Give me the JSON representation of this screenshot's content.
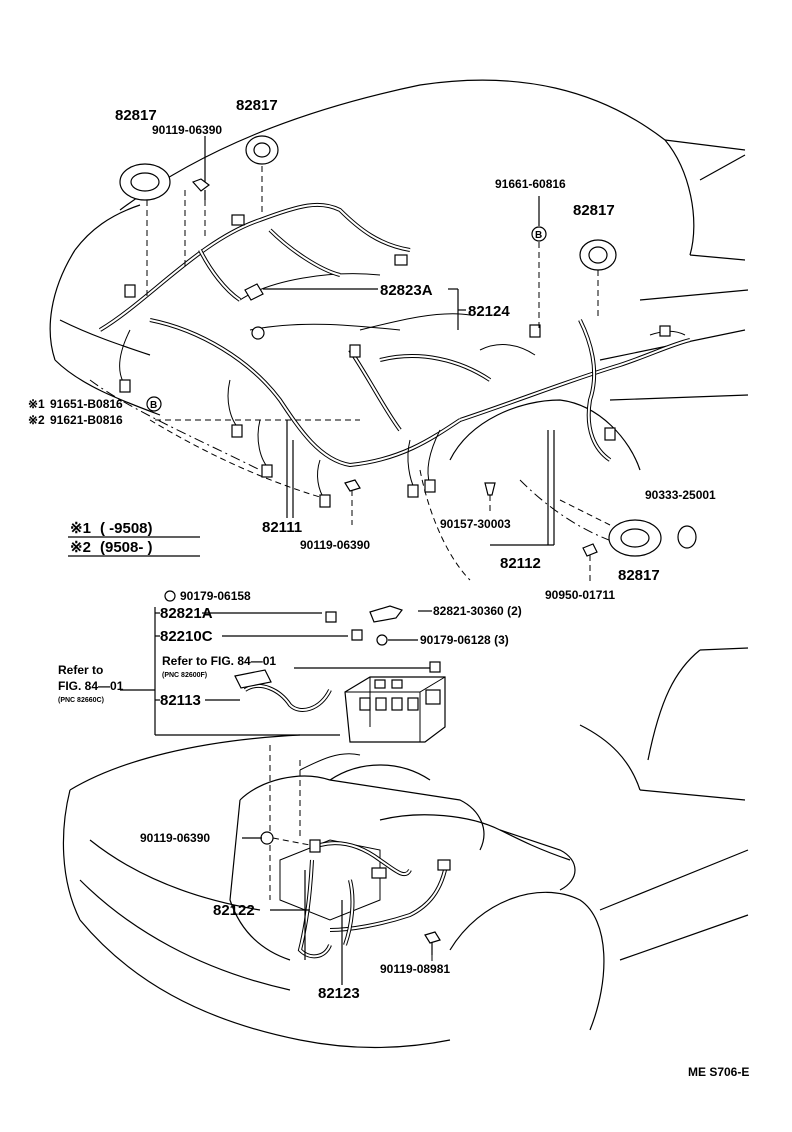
{
  "diagram_code": "ME S706-E",
  "top_labels": {
    "grommet_top_left": "82817",
    "grommet_top_center": "82817",
    "bolt_top": "90119-06390",
    "grommet_right": "82817",
    "bolt_right": "91661-60816",
    "clamp_82823a": "82823A",
    "harness_82124": "82124",
    "note1_part": "91651-B0816",
    "note2_part": "91621-B0816",
    "note1_mark": "※1",
    "note2_mark": "※2",
    "b_mark": "B",
    "harness_82111": "82111",
    "bolt_bottom": "90119-06390",
    "clip_90157": "90157-30003",
    "harness_82112": "82112",
    "ring_90333": "90333-25001",
    "screw_90950": "90950-01711",
    "grommet_bottom_right": "82817"
  },
  "legend": {
    "row1_mark": "※1",
    "row1_text": "(      -9508)",
    "row2_mark": "※2",
    "row2_text": "(9508-       )"
  },
  "relay_block": {
    "nut_top": "90179-06158",
    "part_82821a": "82821A",
    "part_82821_30360": "82821-30360 (2)",
    "part_82210c": "82210C",
    "nut_90179_06128": "90179-06128 (3)",
    "refer_fig_inner": "Refer to FIG. 84—01",
    "refer_pnc_inner": "(PNC 82600F)",
    "harness_82113": "82113",
    "refer_to": "Refer to",
    "refer_fig_outer": "FIG. 84—01",
    "refer_pnc_outer": "(PNC 82660C)"
  },
  "bottom_labels": {
    "bolt_90119_06390": "90119-06390",
    "harness_82122": "82122",
    "bolt_90119_08981": "90119-08981",
    "harness_82123": "82123"
  }
}
